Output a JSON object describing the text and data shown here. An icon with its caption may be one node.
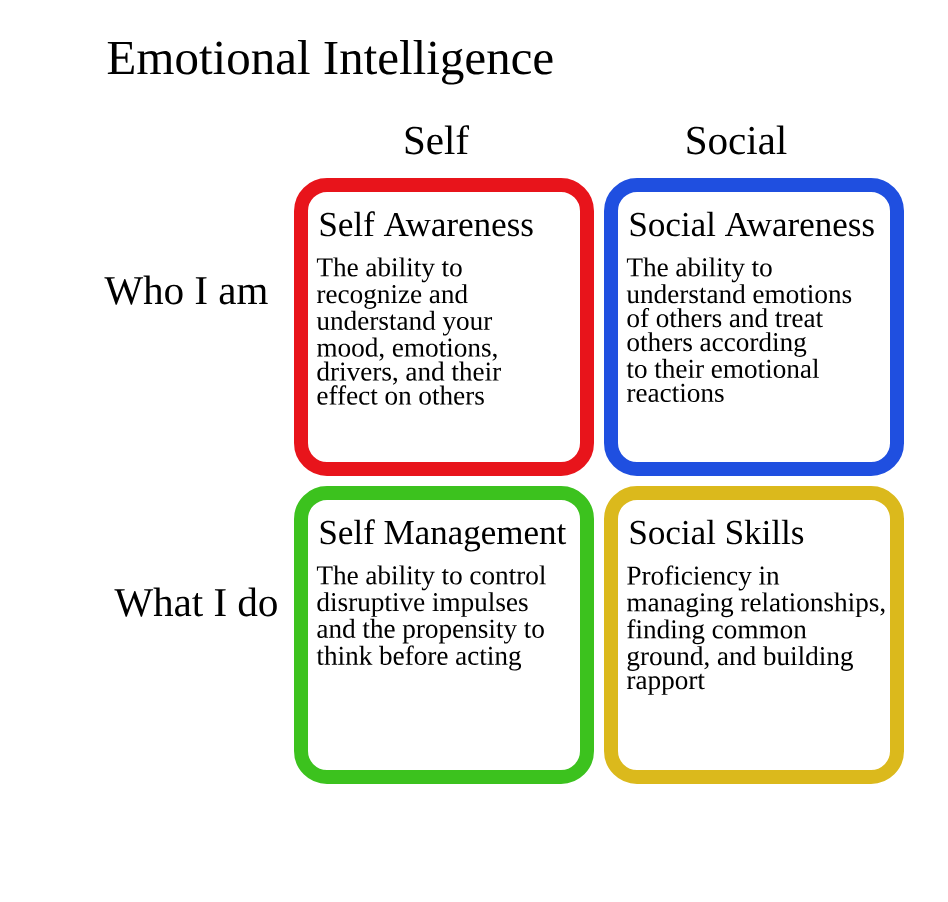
{
  "diagram": {
    "title": "Emotional Intelligence",
    "nodes": [
      {
        "text": [
          "Self Awareness",
          "The ability to recognize and understand your mood, emotions, drivers, and their effect on others"
        ]
      },
      {
        "text": [
          "Social Awareness",
          "The ability to understand emotions of others and treat others according to their emotional reactions"
        ]
      },
      {
        "text": [
          "Self Management",
          "The ability to control disruptive impulses and the propensity to think before acting"
        ]
      },
      {
        "text": [
          "Social Skills",
          "Proficiency in managing relationships, finding common ground, and building rapport"
        ]
      }
    ],
    "labels": [
      "Self",
      "Social",
      "Who I am",
      "What I do"
    ]
  }
}
